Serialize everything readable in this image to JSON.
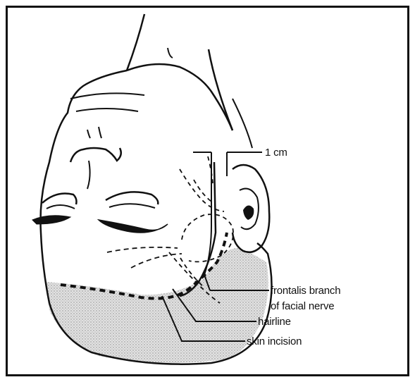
{
  "labels": {
    "measurement": "1 cm",
    "frontalis_line1": "frontalis branch",
    "frontalis_line2": "of facial nerve",
    "hairline": "hairline",
    "skin_incision": "skin incision"
  },
  "colors": {
    "ink": "#111111",
    "shading": "#c8c8c8",
    "background": "#ffffff"
  }
}
